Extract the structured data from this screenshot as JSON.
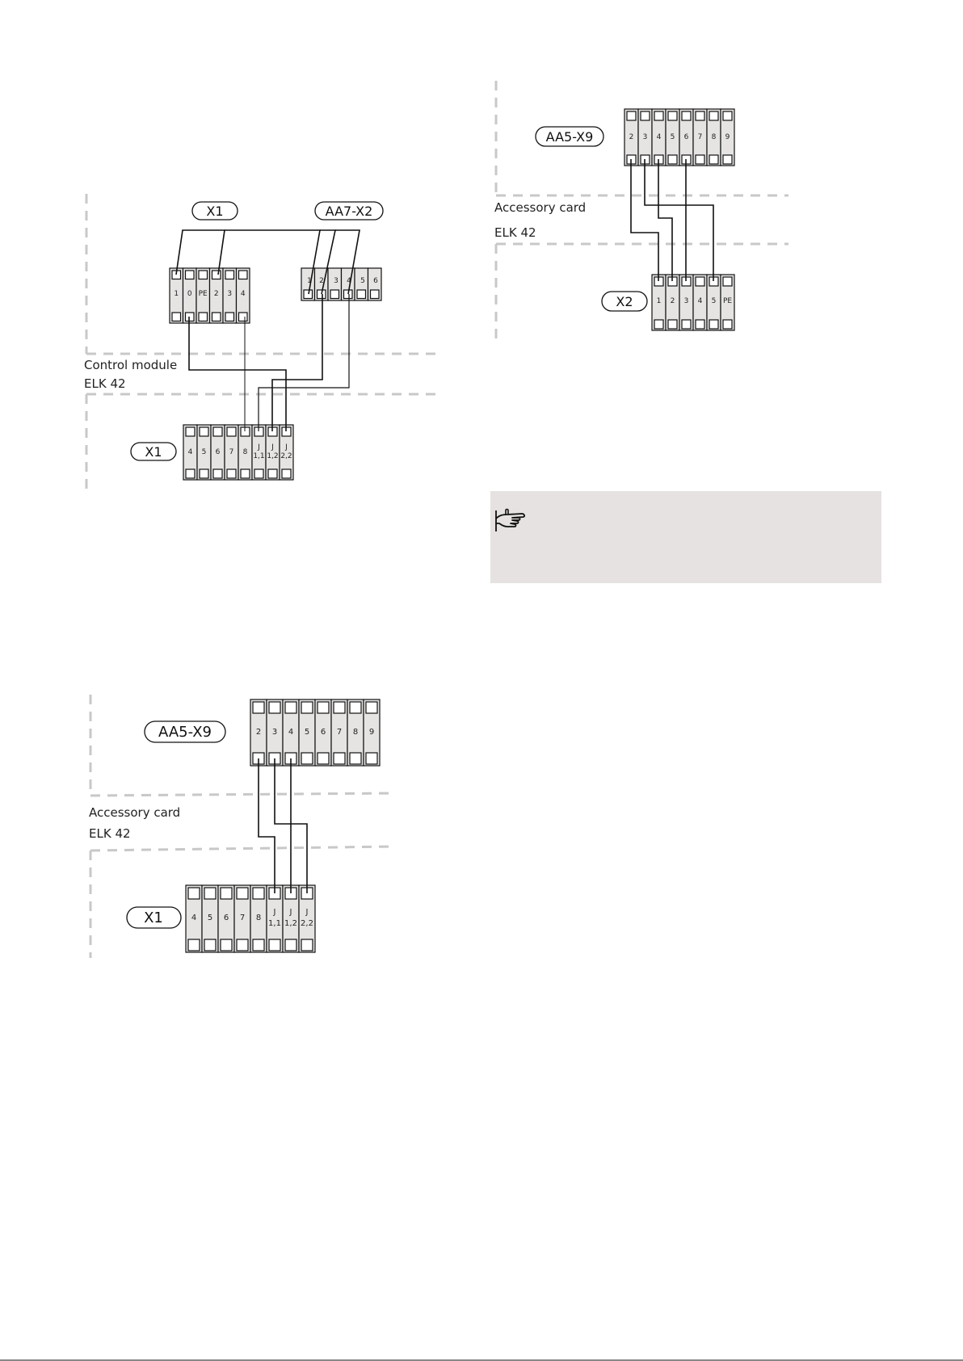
{
  "diagram1": {
    "labels": {
      "x1_top": "X1",
      "aa7_x2": "AA7-X2",
      "control_module": "Control module",
      "elk42": "ELK 42",
      "x1_bottom": "X1"
    },
    "terminal_x1_top": [
      "1",
      "0",
      "PE",
      "2",
      "3",
      "4"
    ],
    "terminal_aa7_x2": [
      "1",
      "2",
      "3",
      "4",
      "5",
      "6"
    ],
    "terminal_x1_bottom": [
      [
        "4"
      ],
      [
        "5"
      ],
      [
        "6"
      ],
      [
        "7"
      ],
      [
        "8"
      ],
      [
        "J",
        "1,1"
      ],
      [
        "J",
        "1,2"
      ],
      [
        "J",
        "2,2"
      ]
    ]
  },
  "diagram2": {
    "labels": {
      "aa5_x9": "AA5-X9",
      "accessory_card": "Accessory card",
      "elk42": "ELK 42",
      "x2": "X2"
    },
    "terminal_aa5_x9": [
      "2",
      "3",
      "4",
      "5",
      "6",
      "7",
      "8",
      "9"
    ],
    "terminal_x2": [
      "1",
      "2",
      "3",
      "4",
      "5",
      "PE"
    ]
  },
  "diagram3": {
    "labels": {
      "aa5_x9": "AA5-X9",
      "accessory_card": "Accessory card",
      "elk42": "ELK 42",
      "x1": "X1"
    },
    "terminal_aa5_x9": [
      "2",
      "3",
      "4",
      "5",
      "6",
      "7",
      "8",
      "9"
    ],
    "terminal_x1": [
      [
        "4"
      ],
      [
        "5"
      ],
      [
        "6"
      ],
      [
        "7"
      ],
      [
        "8"
      ],
      [
        "J",
        "1,1"
      ],
      [
        "J",
        "1,2"
      ],
      [
        "J",
        "2,2"
      ]
    ]
  },
  "note": {
    "icon": "pointing-hand-icon"
  }
}
